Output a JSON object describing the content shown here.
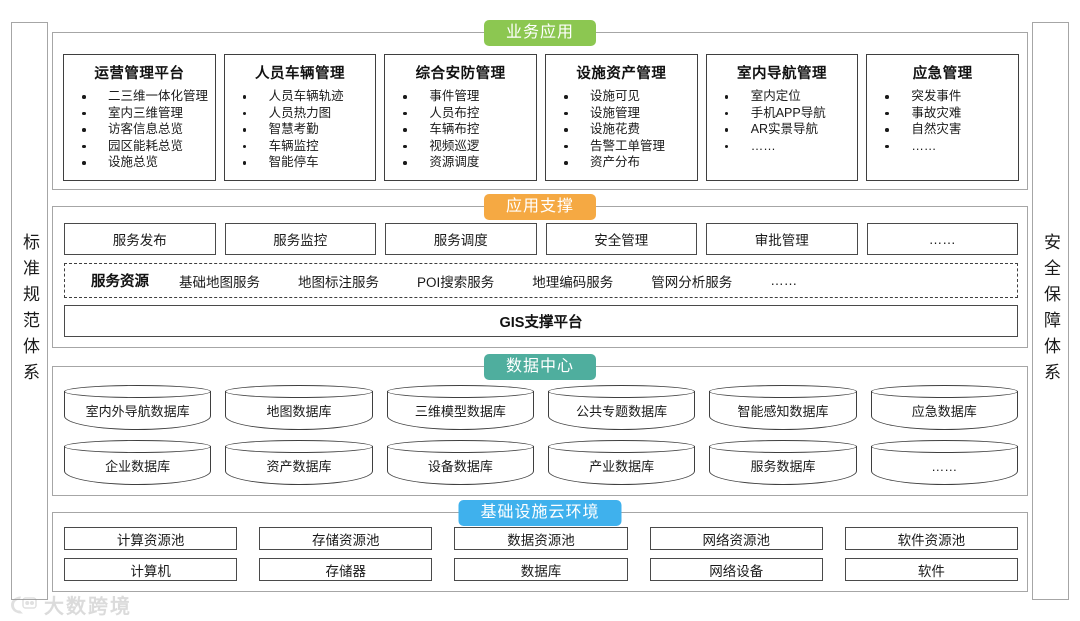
{
  "sidebars": {
    "left": {
      "label": "标准规范体系"
    },
    "right": {
      "label": "安全保障体系"
    }
  },
  "layers": {
    "business": {
      "banner": "业务应用",
      "banner_color": "#8cc751",
      "cards": [
        {
          "title": "运营管理平台",
          "items": [
            "二三维一体化管理",
            "室内三维管理",
            "访客信息总览",
            "园区能耗总览",
            "设施总览"
          ]
        },
        {
          "title": "人员车辆管理",
          "items": [
            "人员车辆轨迹",
            "人员热力图",
            "智慧考勤",
            "车辆监控",
            "智能停车"
          ]
        },
        {
          "title": "综合安防管理",
          "items": [
            "事件管理",
            "人员布控",
            "车辆布控",
            "视频巡逻",
            "资源调度"
          ]
        },
        {
          "title": "设施资产管理",
          "items": [
            "设施可见",
            "设施管理",
            "设施花费",
            "告警工单管理",
            "资产分布"
          ]
        },
        {
          "title": "室内导航管理",
          "items": [
            "室内定位",
            "手机APP导航",
            "AR实景导航",
            "……"
          ]
        },
        {
          "title": "应急管理",
          "items": [
            "突发事件",
            "事故灾难",
            "自然灾害",
            "……"
          ]
        }
      ]
    },
    "support": {
      "banner": "应用支撑",
      "banner_color": "#f5a943",
      "modules": [
        "服务发布",
        "服务监控",
        "服务调度",
        "安全管理",
        "审批管理",
        "……"
      ],
      "service_resource": {
        "heading": "服务资源",
        "items": [
          "基础地图服务",
          "地图标注服务",
          "POI搜索服务",
          "地理编码服务",
          "管网分析服务",
          "……"
        ]
      },
      "platform": "GIS支撑平台"
    },
    "data": {
      "banner": "数据中心",
      "banner_color": "#4fae9e",
      "rows": [
        [
          "室内外导航数据库",
          "地图数据库",
          "三维模型数据库",
          "公共专题数据库",
          "智能感知数据库",
          "应急数据库"
        ],
        [
          "企业数据库",
          "资产数据库",
          "设备数据库",
          "产业数据库",
          "服务数据库",
          "……"
        ]
      ]
    },
    "infra": {
      "banner": "基础设施云环境",
      "banner_color": "#3fb1ed",
      "rows": [
        [
          "计算资源池",
          "存储资源池",
          "数据资源池",
          "网络资源池",
          "软件资源池"
        ],
        [
          "计算机",
          "存储器",
          "数据库",
          "网络设备",
          "软件"
        ]
      ]
    }
  },
  "watermark": {
    "text": "大数跨境"
  }
}
